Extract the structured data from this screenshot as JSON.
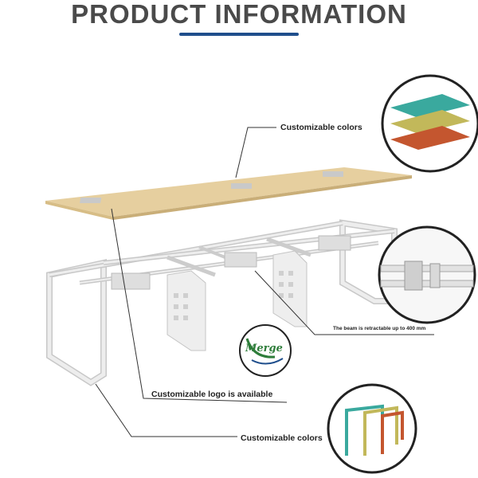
{
  "header": {
    "title": "PRODUCT INFORMATION"
  },
  "callouts": {
    "top_colors": "Customizable colors",
    "beam": "The beam is retractable up to 400 mm",
    "logo": "Customizable logo is available",
    "bottom_colors": "Customizable colors"
  },
  "logo": {
    "text": "Merge"
  },
  "colors": {
    "accent": "#1f4e8c",
    "tabletop": "#e6cf9f",
    "frame": "#e4e4e4",
    "swatch_teal": "#3aa99e",
    "swatch_olive": "#c2b85a",
    "swatch_rust": "#c4562f",
    "logo_green": "#2e7d3a"
  }
}
